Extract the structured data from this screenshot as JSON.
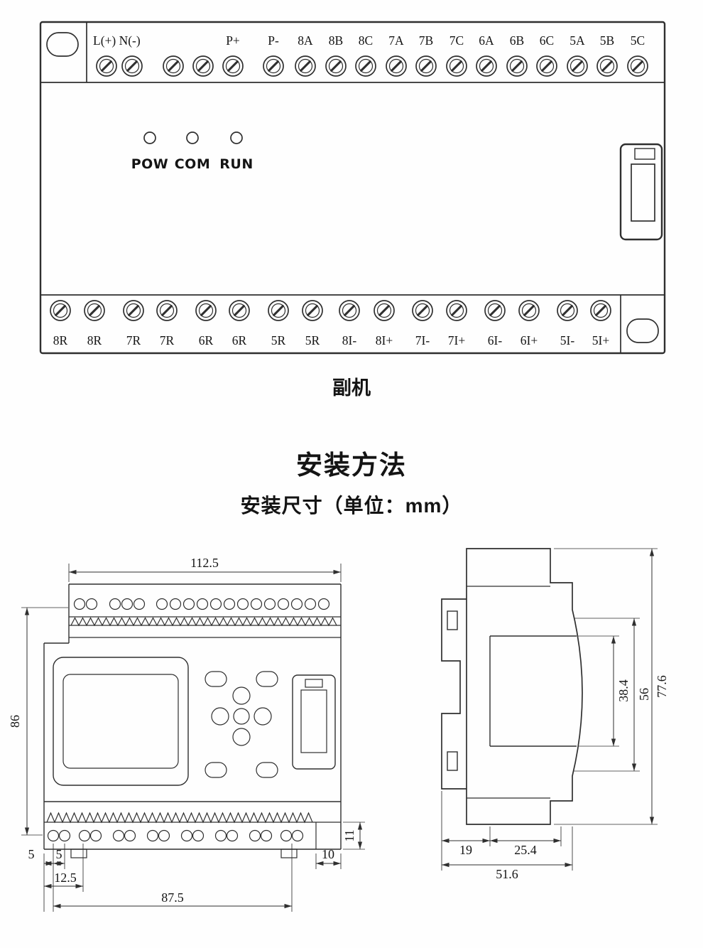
{
  "device": {
    "caption": "副机",
    "top_row": {
      "power_label": "L(+) N(-)",
      "labels": [
        "P+",
        "P-",
        "8A",
        "8B",
        "8C",
        "7A",
        "7B",
        "7C",
        "6A",
        "6B",
        "6C",
        "5A",
        "5B",
        "5C"
      ]
    },
    "leds": [
      "POW",
      "COM",
      "RUN"
    ],
    "bottom_row": {
      "labels": [
        "8R",
        "8R",
        "7R",
        "7R",
        "6R",
        "6R",
        "5R",
        "5R",
        "8I-",
        "8I+",
        "7I-",
        "7I+",
        "6I-",
        "6I+",
        "5I-",
        "5I+"
      ]
    }
  },
  "installation": {
    "title": "安装方法",
    "subtitle": "安装尺寸（单位：mm）"
  },
  "front_view": {
    "dims": {
      "overall_width": "112.5",
      "overall_height": "86",
      "edge_to_hole": "5",
      "hole_pitch": "5",
      "hole_offset": "12.5",
      "hole_span": "87.5",
      "right_margin": "10",
      "terminal_band_height": "11"
    }
  },
  "side_view": {
    "dims": {
      "overall_height": "77.6",
      "body_height": "56",
      "panel_height": "38.4",
      "rail_depth": "19",
      "mid_depth": "25.4",
      "overall_depth": "51.6"
    }
  },
  "colors": {
    "line": "#2f2f2f",
    "background": "#fefefe"
  }
}
